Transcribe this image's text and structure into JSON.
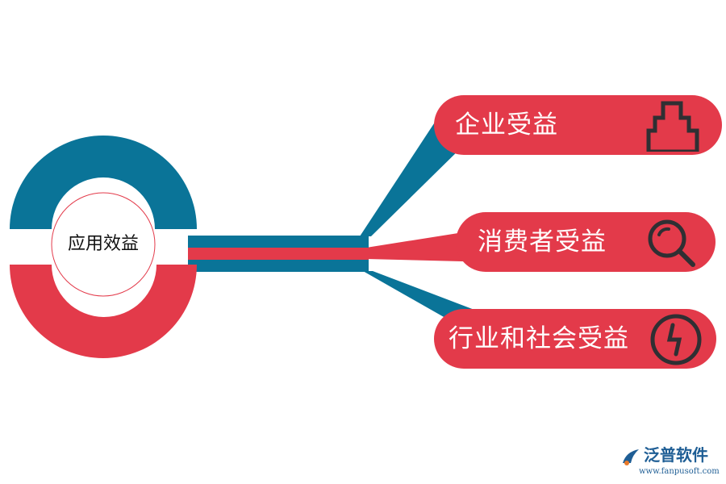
{
  "diagram": {
    "center": {
      "label": "应用效益"
    },
    "branches": [
      {
        "label": "企业受益",
        "icon": "factory-icon"
      },
      {
        "label": "消费者受益",
        "icon": "magnifier-icon"
      },
      {
        "label": "行业和社会受益",
        "icon": "lightning-icon"
      }
    ]
  },
  "logo": {
    "title": "泛普软件",
    "url": "www.fanpusoft.com",
    "icon": "fanpu-logo-icon"
  },
  "colors": {
    "blue": "#0a7498",
    "red": "#e33a4a",
    "icon_stroke": "#2f2f33",
    "logo": "#1f5e95"
  }
}
